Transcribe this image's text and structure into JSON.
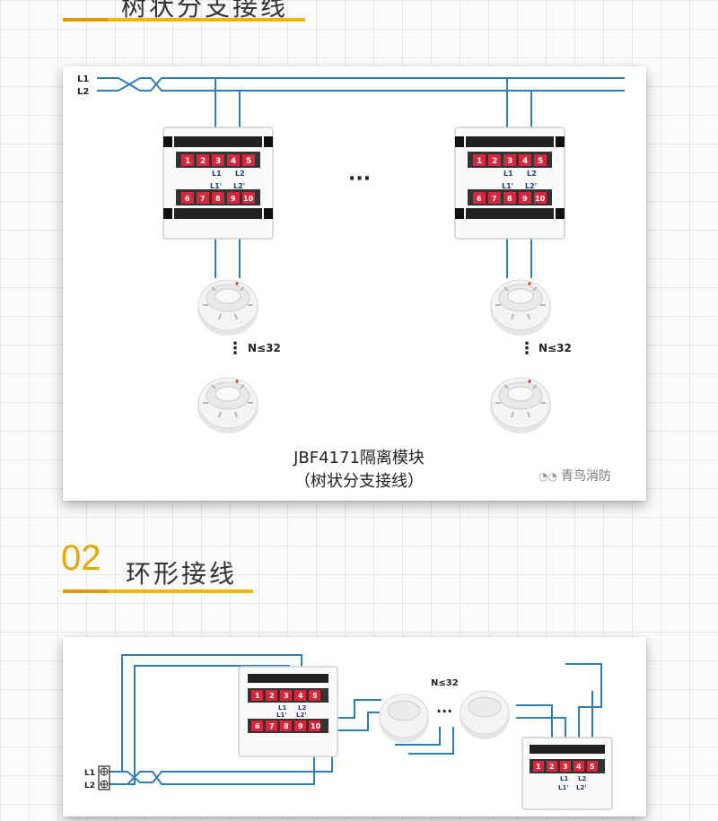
{
  "section1": {
    "title": "树状分支接线"
  },
  "section2": {
    "number": "02",
    "title": "环形接线"
  },
  "diagram1": {
    "line_labels": [
      "L1",
      "L2"
    ],
    "terminal_top": [
      "1",
      "2",
      "3",
      "4",
      "5"
    ],
    "terminal_bottom": [
      "6",
      "7",
      "8",
      "9",
      "10"
    ],
    "top_wire_labels": [
      "L1",
      "L2"
    ],
    "bottom_wire_labels": [
      "L1'",
      "L2'"
    ],
    "ellipsis": "···",
    "vertical_ellipsis": "⋮",
    "count_label": "N≤32",
    "caption_line1": "JBF4171隔离模块",
    "caption_line2": "（树状分支接线）",
    "watermark": "青鸟消防"
  },
  "diagram2": {
    "line_labels": [
      "L1",
      "L2"
    ],
    "count_label": "N≤32",
    "ellipsis": "···",
    "terminal_top": [
      "1",
      "2",
      "3",
      "4",
      "5"
    ],
    "terminal_bottom": [
      "6",
      "7",
      "8",
      "9",
      "10"
    ],
    "top_wire_labels": [
      "L1",
      "L2"
    ],
    "bottom_wire_labels": [
      "L1'",
      "L2'"
    ]
  },
  "colors": {
    "wire": "#2d7fb8",
    "accent": "#f2b600",
    "terminal": "#d7263d"
  }
}
